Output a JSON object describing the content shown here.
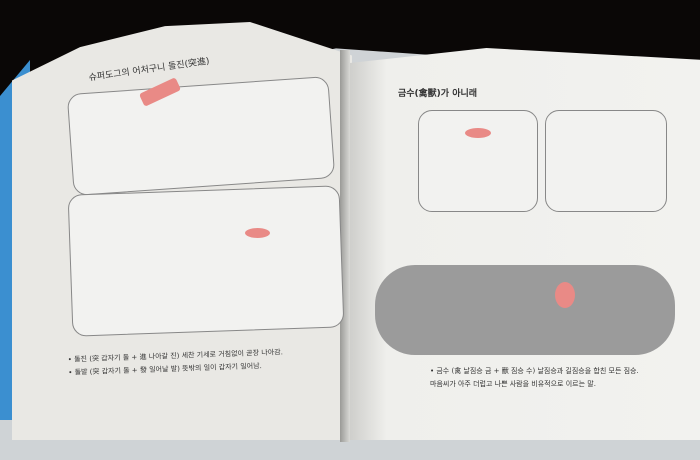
{
  "left_page": {
    "title": "슈퍼도그의 어처구니 돌진(突進)",
    "notes": [
      "• 돌진 (突 갑자기 돌 + 進 나아갈 진) 세찬 기세로 거침없이 곧장 나아감.",
      "• 돌발 (突 갑자기 돌 + 發 일어날 발) 뜻밖의 일이 갑자기 일어남."
    ]
  },
  "right_page": {
    "title": "금수(禽獸)가 아니래",
    "notes": [
      "• 금수 (禽 날짐승 금 + 獸 짐승 수) 날짐승과 길짐승을 합친 모든 짐승.",
      "마음씨가 아주 더럽고 나쁜 사람을 비유적으로 이르는 말."
    ]
  }
}
